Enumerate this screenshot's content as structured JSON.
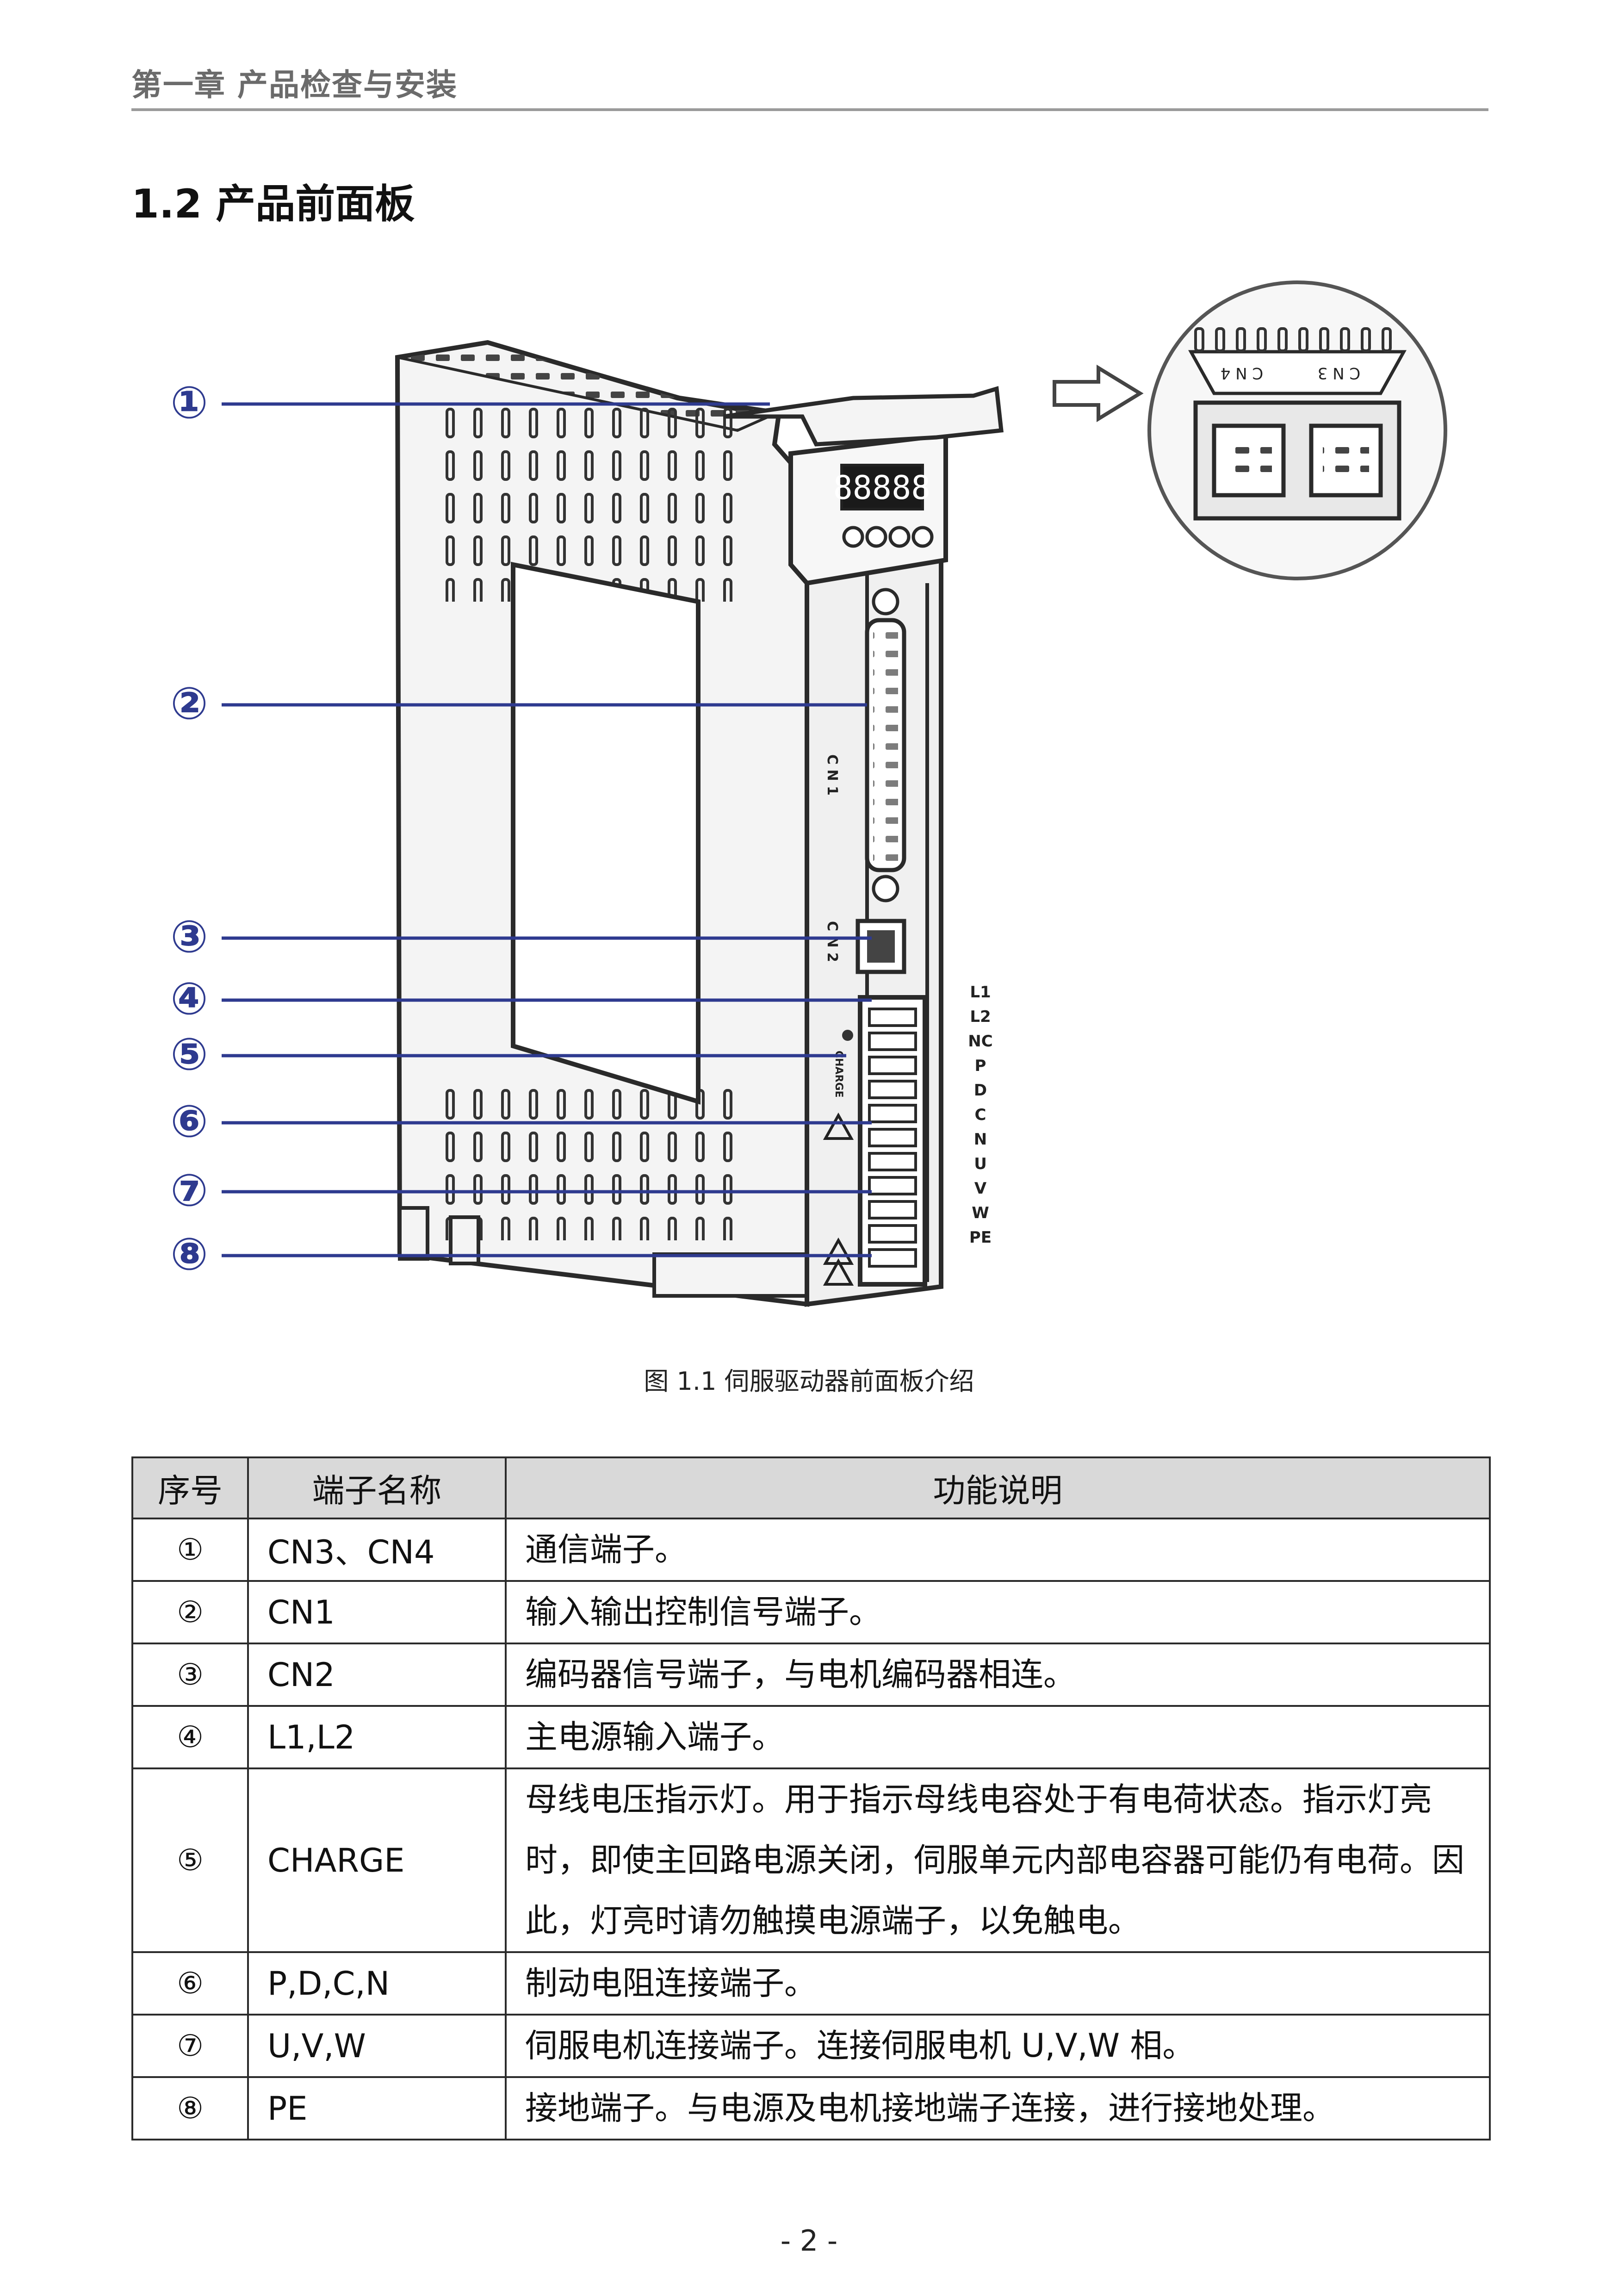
{
  "header": {
    "chapter": "第一章 产品检查与安装"
  },
  "section": {
    "title": "1.2  产品前面板"
  },
  "figure": {
    "caption": "图 1.1 伺服驱动器前面板介绍",
    "callouts": [
      "①",
      "②",
      "③",
      "④",
      "⑤",
      "⑥",
      "⑦",
      "⑧"
    ],
    "display_digits": "88888",
    "inset_label_cn4": "C N 4",
    "inset_label_cn3": "C N 3",
    "cn1_label": "C N 1",
    "cn2_label": "C N 2",
    "charge_label": "CHARGE",
    "terminal_labels": [
      "L1",
      "L2",
      "NC",
      "P",
      "D",
      "C",
      "N",
      "U",
      "V",
      "W",
      "PE"
    ]
  },
  "table": {
    "headers": [
      "序号",
      "端子名称",
      "功能说明"
    ],
    "rows": [
      {
        "no": "①",
        "name": "CN3、CN4",
        "desc": "通信端子。"
      },
      {
        "no": "②",
        "name": "CN1",
        "desc": "输入输出控制信号端子。"
      },
      {
        "no": "③",
        "name": "CN2",
        "desc": "编码器信号端子，与电机编码器相连。"
      },
      {
        "no": "④",
        "name": "L1,L2",
        "desc": "主电源输入端子。"
      },
      {
        "no": "⑤",
        "name": "CHARGE",
        "desc": "母线电压指示灯。用于指示母线电容处于有电荷状态。指示灯亮时，即使主回路电源关闭，伺服单元内部电容器可能仍有电荷。因此，灯亮时请勿触摸电源端子，以免触电。"
      },
      {
        "no": "⑥",
        "name": "P,D,C,N",
        "desc": "制动电阻连接端子。"
      },
      {
        "no": "⑦",
        "name": "U,V,W",
        "desc": "伺服电机连接端子。连接伺服电机 U,V,W 相。"
      },
      {
        "no": "⑧",
        "name": "PE",
        "desc": "接地端子。与电源及电机接地端子连接，进行接地处理。"
      }
    ]
  },
  "footer": {
    "page_number": "- 2 -"
  },
  "colors": {
    "callout_line": "#2e3a8f",
    "outline": "#2a2a2a",
    "header_gray": "#6b6b6b",
    "table_header_bg": "#d9d9d9"
  }
}
